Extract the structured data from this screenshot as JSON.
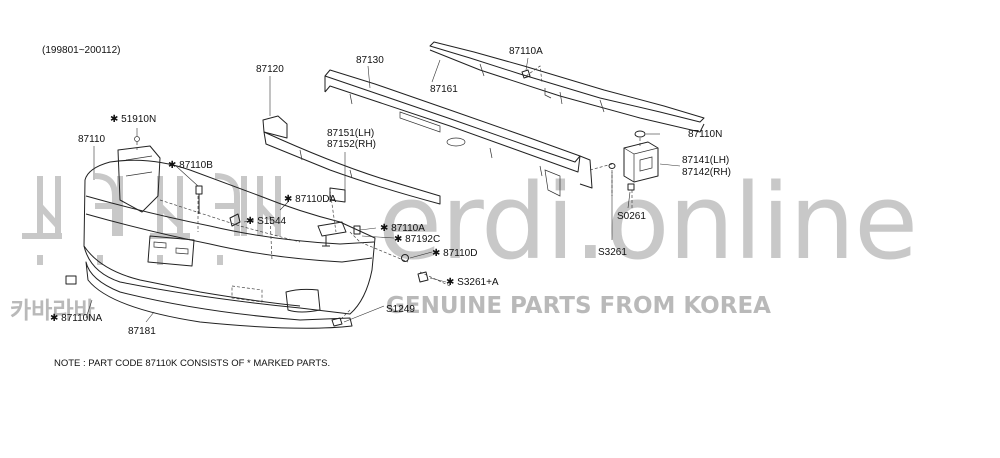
{
  "diagram": {
    "date_range": "(199801~200112)",
    "note": "NOTE : PART CODE 87110K CONSISTS OF  * MARKED PARTS.",
    "watermark": {
      "site": "erdi.online",
      "tagline": "GENUINE PARTS FROM KOREA",
      "logo_korean": "카바라바"
    },
    "labels": {
      "p87120": "87120",
      "p87130": "87130",
      "p87110A_top": "87110A",
      "p87161": "87161",
      "p51910N": "51910N",
      "p87110": "87110",
      "p87110B": "87110B",
      "p87151": "87151(LH)",
      "p87152": "87152(RH)",
      "p87110N": "87110N",
      "p87141": "87141(LH)",
      "p87142": "87142(RH)",
      "p87110DA": "87110DA",
      "pS1544": "S1544",
      "p87110A_mid": "87110A",
      "p87192C": "87192C",
      "p87110D": "87110D",
      "pS0261": "S0261",
      "pS3261": "S3261",
      "pS3261A": "S3261+A",
      "pS1249": "S1249",
      "p87110NA": "87110NA",
      "p87181": "87181"
    }
  }
}
